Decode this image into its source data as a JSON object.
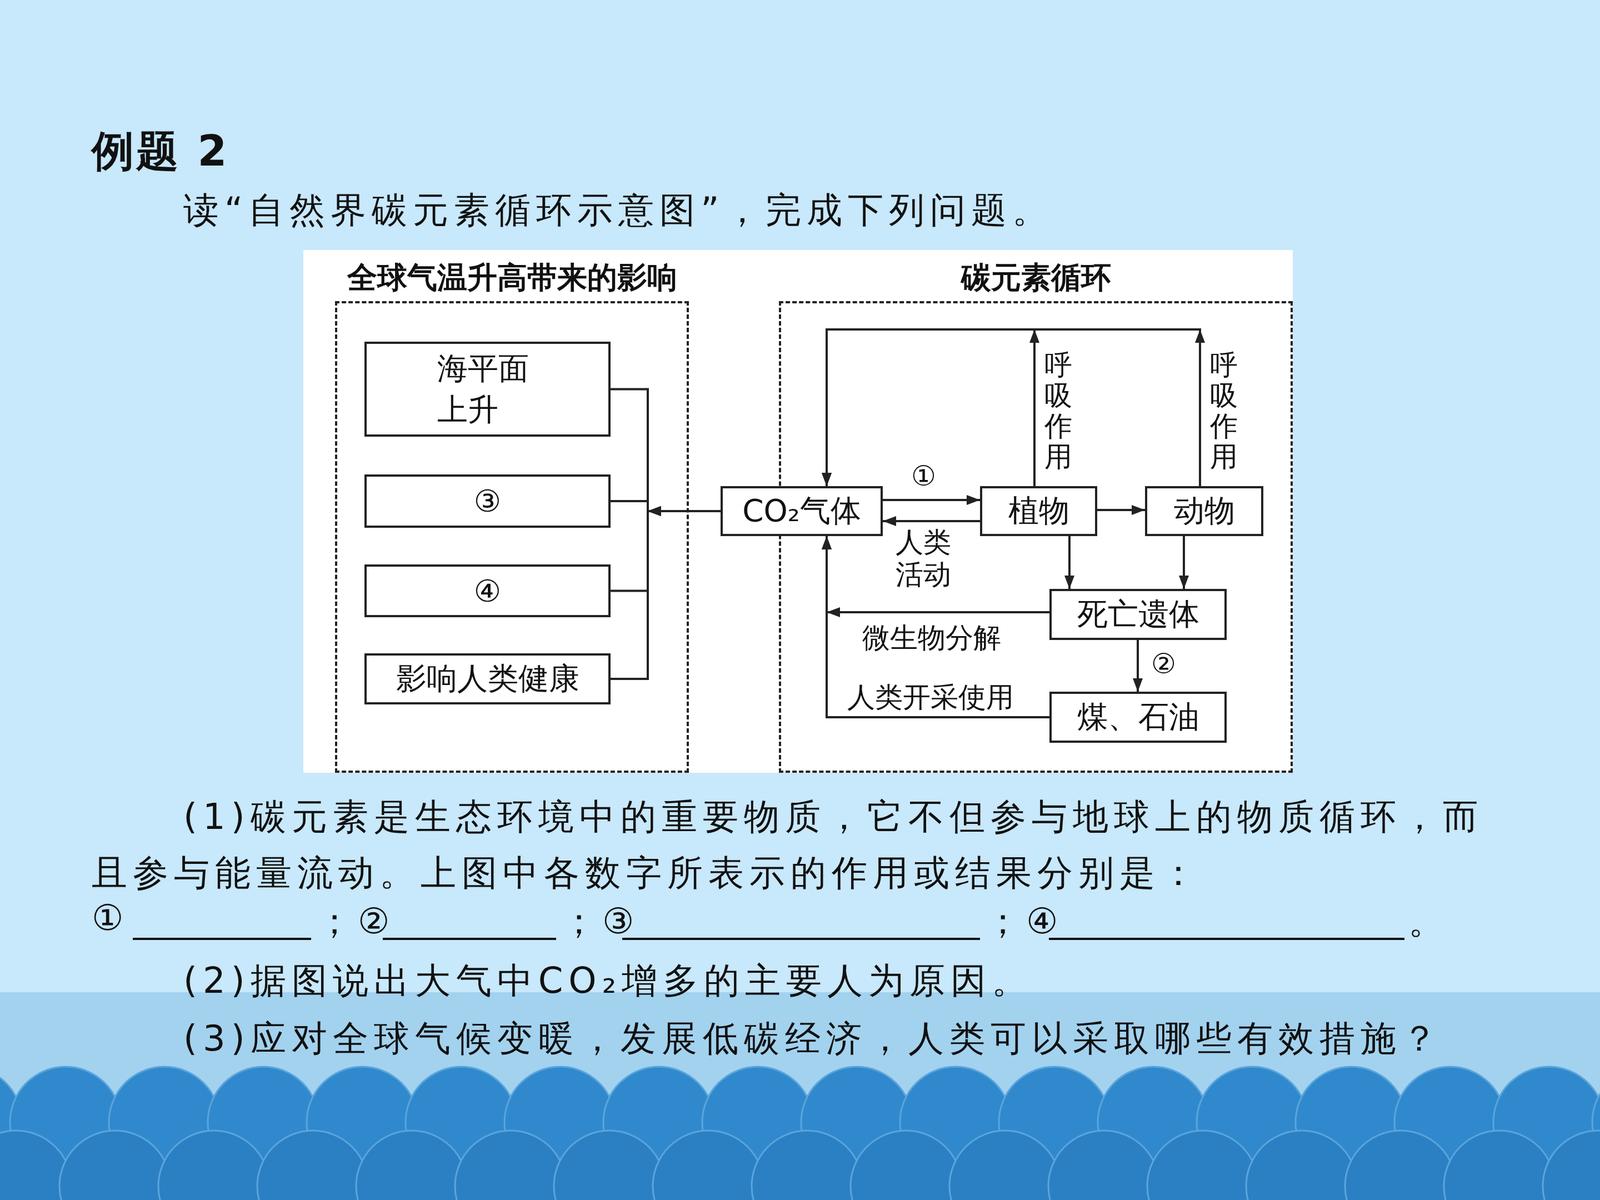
{
  "diagram": {
    "title": "例题 2",
    "nodes": [
      {
        "text": [
          "全球气温升高带来的影响"
        ]
      },
      {
        "text": [
          "海平面 上升"
        ],
        "in": 0
      },
      {
        "text": [
          "③"
        ],
        "in": 0
      },
      {
        "text": [
          "④"
        ],
        "in": 0
      },
      {
        "text": [
          "影响人类健康"
        ],
        "in": 0
      },
      {
        "text": [
          "碳元素循环"
        ]
      },
      {
        "text": [
          "CO₂气体"
        ],
        "in": 5
      },
      {
        "text": [
          "植物"
        ],
        "in": 5
      },
      {
        "text": [
          "动物"
        ],
        "in": 5
      },
      {
        "text": [
          "死亡遗体"
        ],
        "in": 5
      },
      {
        "text": [
          "煤、石油"
        ],
        "in": 5
      }
    ],
    "edges": [
      {
        "from": 6,
        "to": 1,
        "arrow": "to"
      },
      {
        "from": 6,
        "to": 2,
        "arrow": "to"
      },
      {
        "from": 6,
        "to": 3,
        "arrow": "to"
      },
      {
        "from": 6,
        "to": 4,
        "arrow": "to"
      },
      {
        "from": 6,
        "to": 7,
        "label": "①",
        "arrow": "to"
      },
      {
        "from": 7,
        "to": 6,
        "label": "人类活动",
        "arrow": "to"
      },
      {
        "from": 7,
        "to": 6,
        "label": "呼吸作用",
        "arrow": "to"
      },
      {
        "from": 8,
        "to": 6,
        "label": "呼吸作用",
        "arrow": "to"
      },
      {
        "from": 7,
        "to": 8,
        "arrow": "to"
      },
      {
        "from": 7,
        "to": 9,
        "arrow": "to"
      },
      {
        "from": 8,
        "to": 9,
        "arrow": "to"
      },
      {
        "from": 9,
        "to": 6,
        "label": "微生物分解",
        "arrow": "to"
      },
      {
        "from": 9,
        "to": 10,
        "label": "②",
        "arrow": "to"
      },
      {
        "from": 10,
        "to": 6,
        "label": "人类开采使用",
        "arrow": "to"
      }
    ],
    "labels": [
      "读“自然界碳元素循环示意图”，完成下列问题。",
      "(1)碳元素是生态环境中的重要物质，它不但参与地球上的物质循环，而且参与能量流动。上图中各数字所表示的作用或结果分别是：",
      "①",
      "；②",
      "；③",
      "；④",
      "。",
      "(2)据图说出大气中CO₂增多的主要人为原因。",
      "(3)应对全球气候变暖，发展低碳经济，人类可以采取哪些有效措施？"
    ]
  }
}
